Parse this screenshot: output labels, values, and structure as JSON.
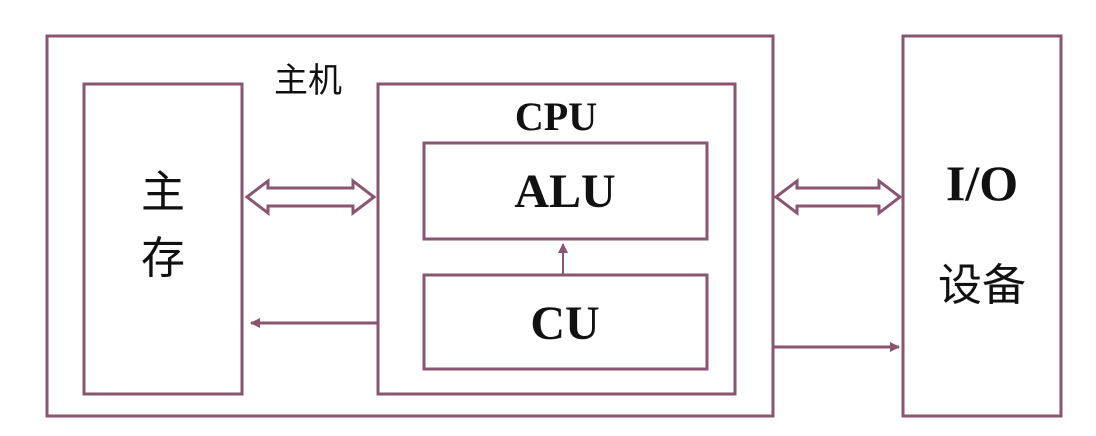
{
  "labels": {
    "host": "主机",
    "main_memory_line1": "主",
    "main_memory_line2": "存",
    "cpu": "CPU",
    "alu": "ALU",
    "cu": "CU",
    "io_line1": "I/O",
    "io_line2": "设备"
  },
  "colors": {
    "stroke": "#8a5570",
    "text": "#111111",
    "background": "#ffffff"
  }
}
